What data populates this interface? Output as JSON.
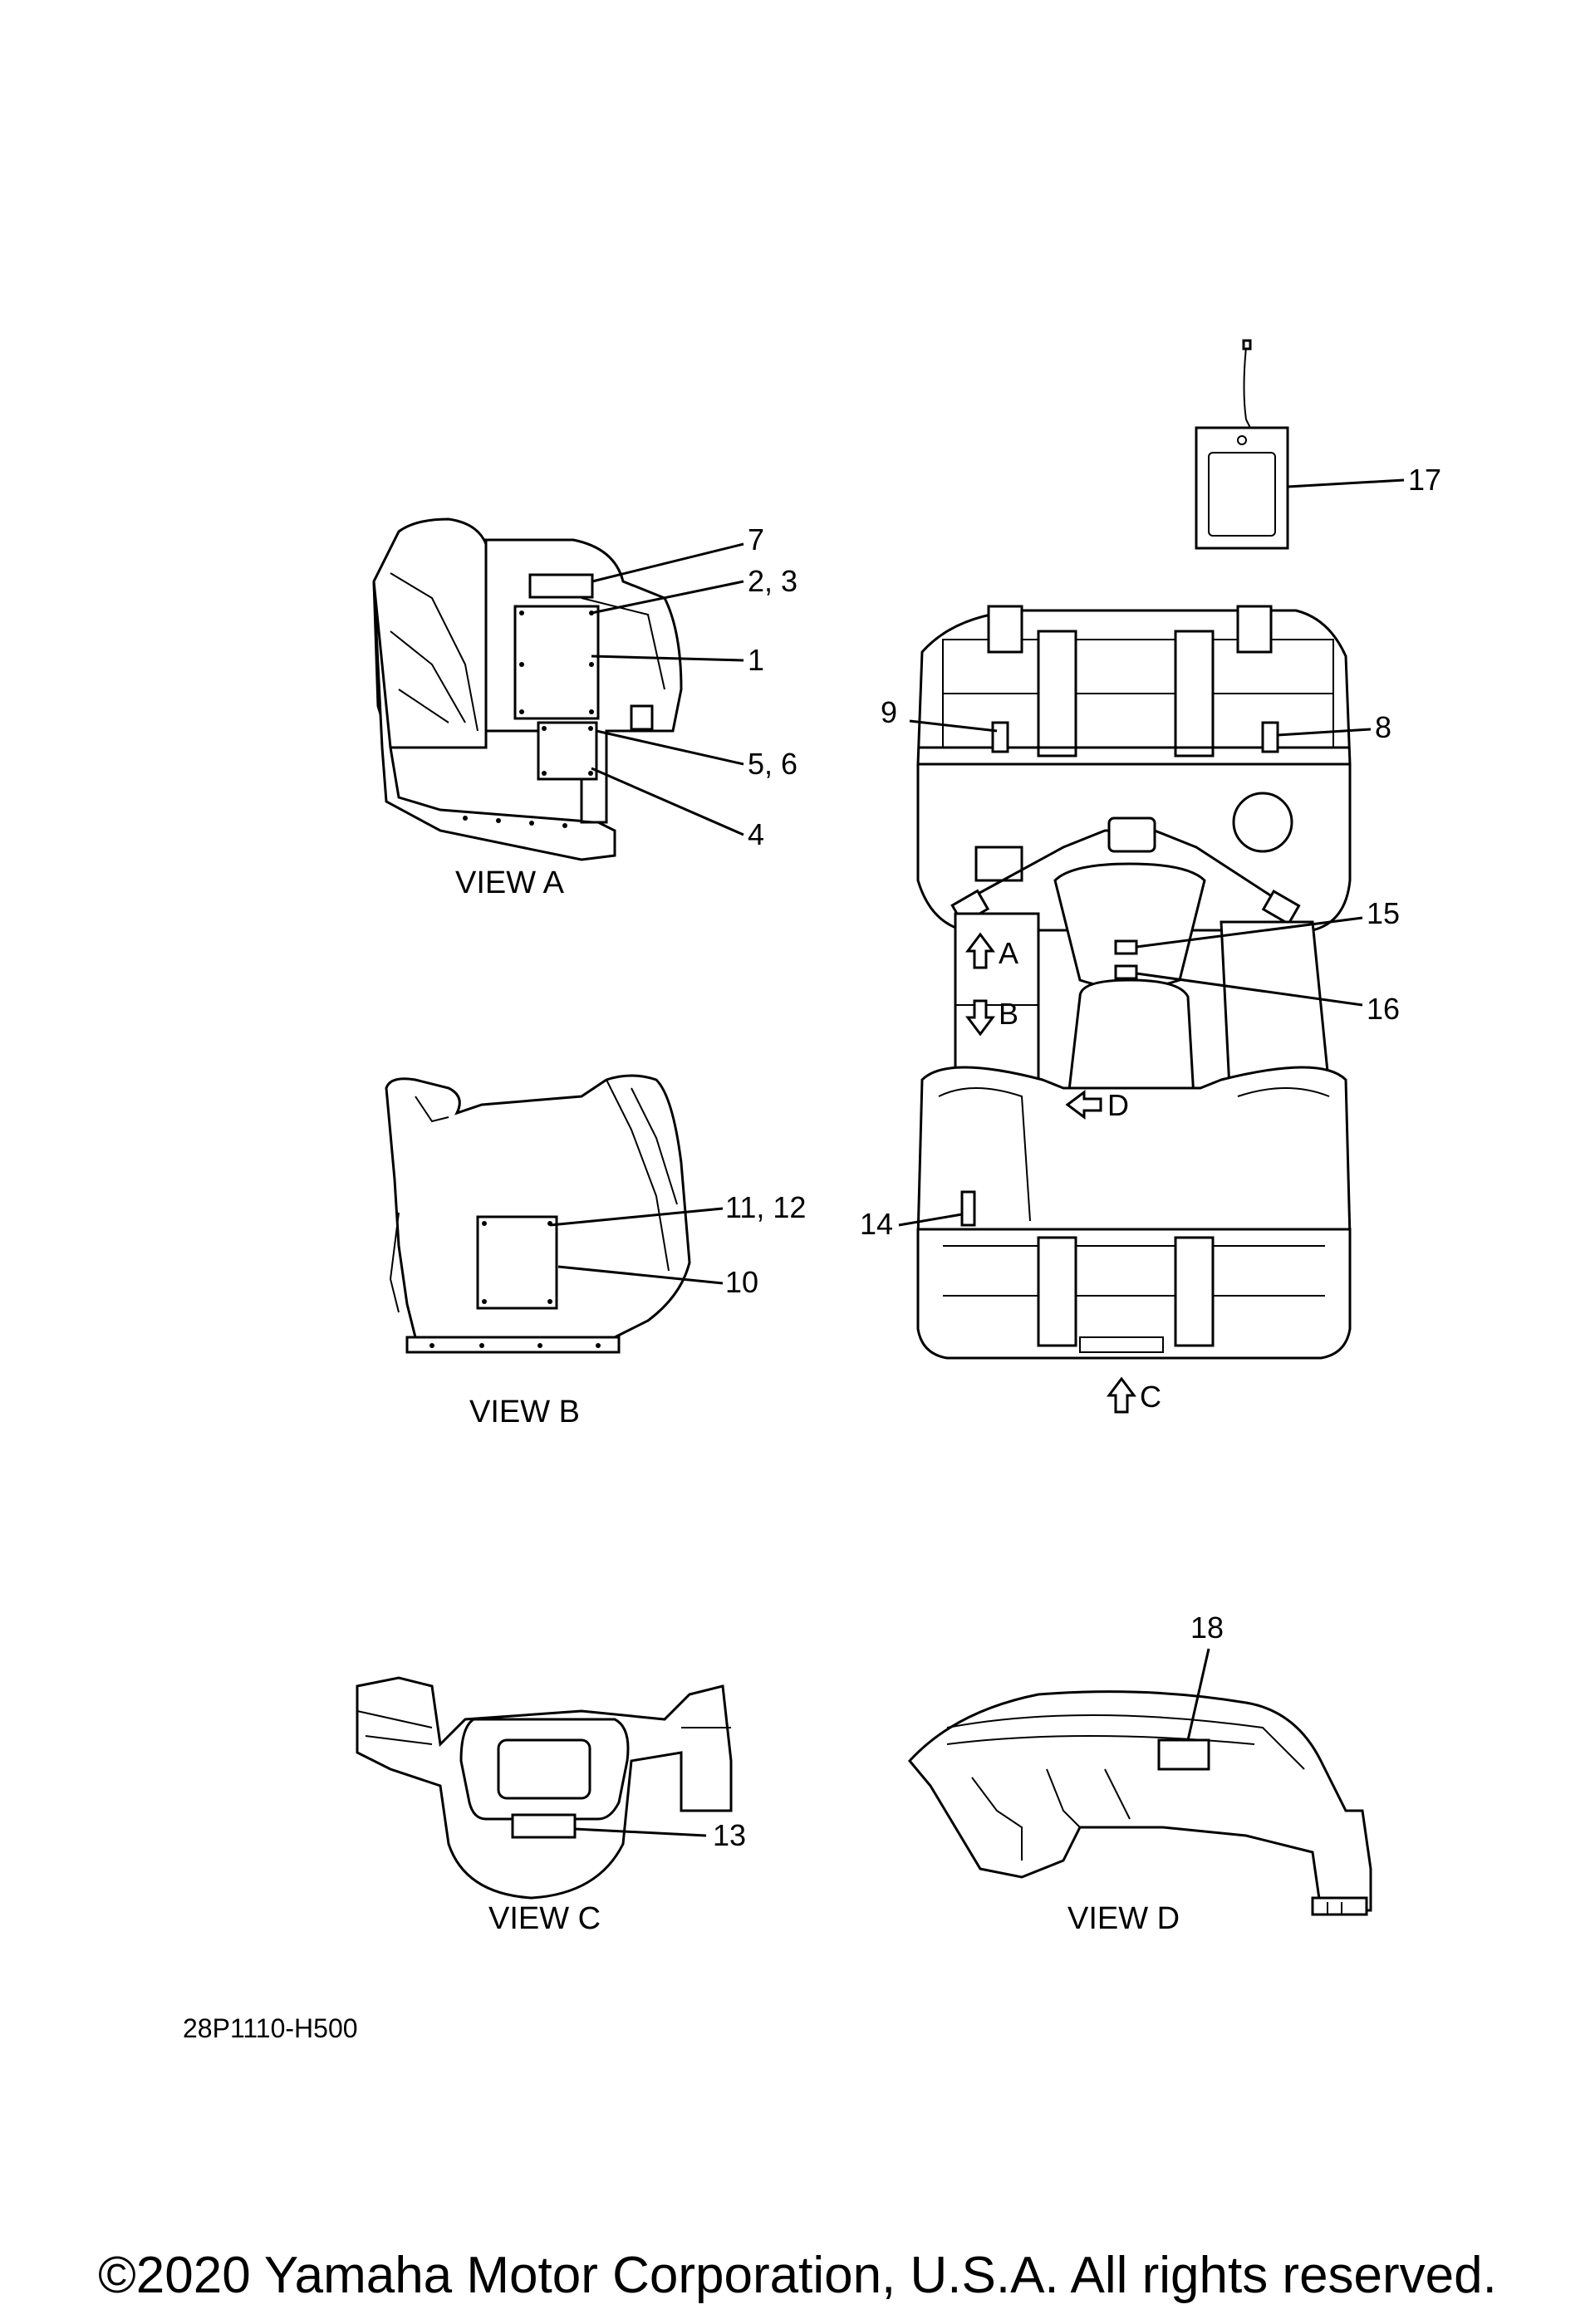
{
  "views": {
    "a": "VIEW A",
    "b": "VIEW B",
    "c": "VIEW C",
    "d": "VIEW D"
  },
  "callouts": {
    "c1": "1",
    "c2_3": "2, 3",
    "c4": "4",
    "c5_6": "5, 6",
    "c7": "7",
    "c8": "8",
    "c9": "9",
    "c10": "10",
    "c11_12": "11, 12",
    "c13": "13",
    "c14": "14",
    "c15": "15",
    "c16": "16",
    "c17": "17",
    "c18": "18"
  },
  "view_arrows": {
    "a": "A",
    "b": "B",
    "c": "C",
    "d": "D"
  },
  "diagram_code": "28P1110-H500",
  "copyright": "©2020 Yamaha Motor Corporation, U.S.A. All rights reserved."
}
